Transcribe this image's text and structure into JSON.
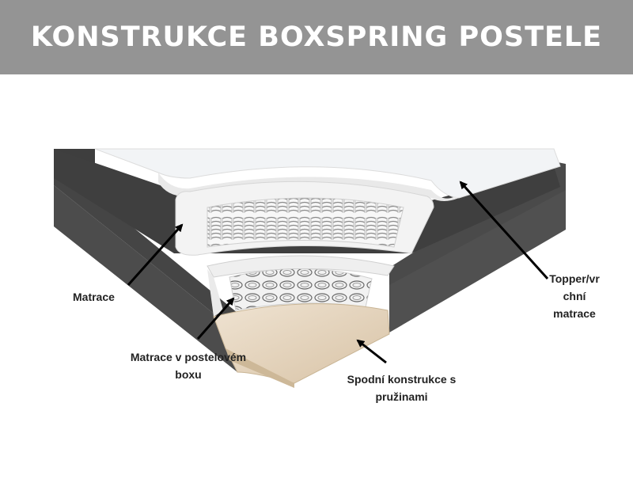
{
  "title": "KONSTRUKCE BOXSPRING POSTELE",
  "labels": {
    "matrace": "Matrace",
    "topper_line1": "Topper/vr",
    "topper_line2": "chní",
    "topper_line3": "matrace",
    "box_line1": "Matrace v postelovém",
    "box_line2": "boxu",
    "base_line1": "Spodní konstrukce s",
    "base_line2": "pružinami"
  },
  "colors": {
    "title_bar": "#949494",
    "box_fabric": "#4a4a4a",
    "topper": "#f4f4f4",
    "wood": "#e8d8c2",
    "arrow": "#000000"
  }
}
